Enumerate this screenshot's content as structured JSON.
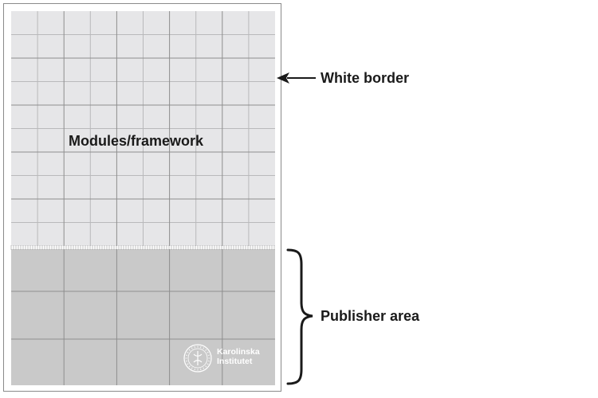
{
  "labels": {
    "modules": "Modules/framework",
    "white_border": "White border",
    "publisher_area": "Publisher area"
  },
  "logo": {
    "line1": "Karolinska",
    "line2": "Institutet",
    "seal_text": "KAROLINSKA INSTITUTET"
  },
  "colors": {
    "page_border": "#8a8a8a",
    "upper_grid_fill": "#e6e6e8",
    "publisher_fill": "#c9c9c9",
    "grid_major": "#8e8e8e",
    "grid_minor": "#b9b9bb",
    "annotation": "#1a1a1a",
    "logo": "#ffffff"
  },
  "icons": {
    "arrow": "left-arrow-icon",
    "brace": "right-curly-brace-icon",
    "seal": "karolinska-seal-icon"
  }
}
